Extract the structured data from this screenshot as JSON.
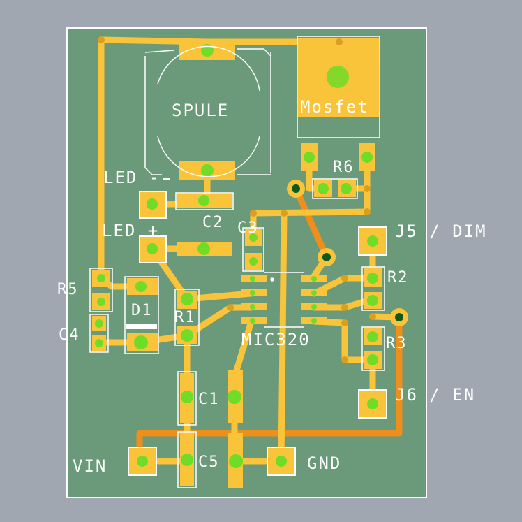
{
  "colors": {
    "background": "#a0a7b1",
    "board": "#6b9a7a",
    "copper_top": "#f9c33a",
    "copper_bottom": "#ee8f1b",
    "pad_green": "#6fdc28",
    "via_dark": "#0f5a1a",
    "silkscreen": "#ffffff"
  },
  "labels": {
    "spule": "SPULE",
    "mosfet": "Mosfet",
    "r6": "R6",
    "led_minus": "LED -",
    "led_plus": "LED +",
    "c2": "C2",
    "c3": "C3",
    "j5": "J5 / DIM",
    "r2": "R2",
    "r3": "R3",
    "r5": "R5",
    "c4": "C4",
    "d1": "D1",
    "r1": "R1",
    "mic320": "MIC320",
    "c1": "C1",
    "j6": "J6 / EN",
    "vin": "VIN",
    "c5": "C5",
    "gnd": "GND"
  }
}
